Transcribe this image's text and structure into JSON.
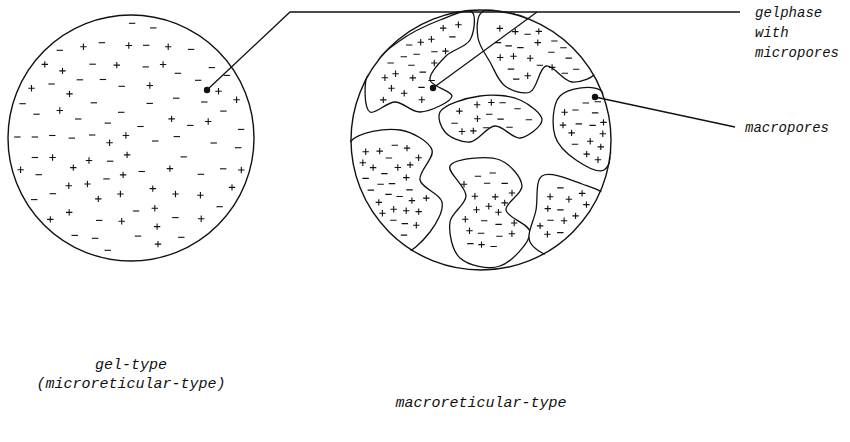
{
  "diagram": {
    "nodes": [
      {
        "text": [
          "gel-type (microreticular-type)"
        ]
      },
      {
        "text": [
          "macroreticular-type"
        ]
      }
    ],
    "labels": [
      "gelphase with micropores",
      "macropores"
    ]
  }
}
